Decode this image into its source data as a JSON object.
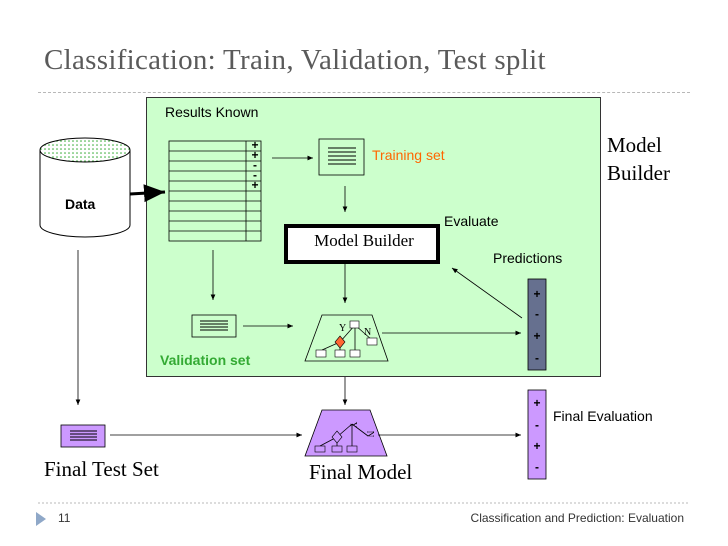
{
  "slide": {
    "title": "Classification: Train, Validation, Test split",
    "page_number": "11",
    "footer": "Classification and Prediction: Evaluation"
  },
  "diagram": {
    "results_known": "Results Known",
    "data_label": "Data",
    "table_signs": [
      "+",
      "+",
      "-",
      "-",
      "+"
    ],
    "training_set": "Training set",
    "model_builder_box": "Model Builder",
    "model_builder_side": [
      "Model",
      "Builder"
    ],
    "evaluate": "Evaluate",
    "predictions": "Predictions",
    "predictions_signs": [
      "+",
      "-",
      "+",
      "-"
    ],
    "validation_set": "Validation set",
    "tree_labels": [
      "Y",
      "N"
    ],
    "final_tree_labels": [
      "Y",
      "N"
    ],
    "final_evaluation": "Final Evaluation",
    "final_signs": [
      "+",
      "-",
      "+",
      "-"
    ],
    "final_test_set": "Final Test Set",
    "final_model": "Final Model"
  },
  "colors": {
    "panel_green": "#ccffcc",
    "validation_text": "#33aa33",
    "training_text": "#ff6600",
    "purple": "#cc99ff",
    "slate": "#66708f"
  }
}
